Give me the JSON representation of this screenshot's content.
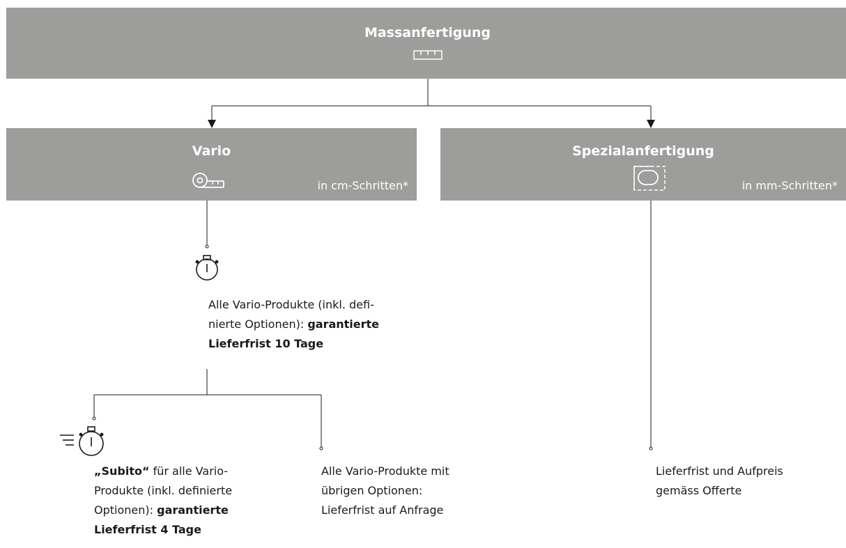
{
  "root": {
    "title": "Massanfertigung",
    "icon": "ruler-icon"
  },
  "vario": {
    "title": "Vario",
    "subtitle": "in cm-Schritten*",
    "icon": "tape-measure-icon"
  },
  "spezial": {
    "title": "Spezialanfertigung",
    "subtitle": "in mm-Schritten*",
    "icon": "custom-shape-icon"
  },
  "vario_standard": {
    "icon": "stopwatch-icon",
    "line1": "Alle Vario-Produkte (inkl. defi-",
    "line2": "nierte Optionen): ",
    "line2_bold": "garantierte",
    "line3_bold": "Lieferfrist 10 Tage"
  },
  "subito": {
    "icon": "fast-stopwatch-icon",
    "line1_bold": "„Subito“",
    "line1": " für alle Vario-",
    "line2": "Produkte (inkl. definierte",
    "line3": "Optionen): ",
    "line3_bold": "garantierte",
    "line4_bold": "Lieferfrist 4 Tage"
  },
  "other_options": {
    "line1": "Alle Vario-Produkte mit",
    "line2": "übrigen Optionen:",
    "line3": "Lieferfrist auf Anfrage"
  },
  "spezial_note": {
    "line1": "Lieferfrist und Aufpreis",
    "line2": "gemäss Offerte"
  },
  "colors": {
    "box_fill": "#9d9d9c",
    "box_text": "#ffffff",
    "line": "#1a1a1a"
  }
}
